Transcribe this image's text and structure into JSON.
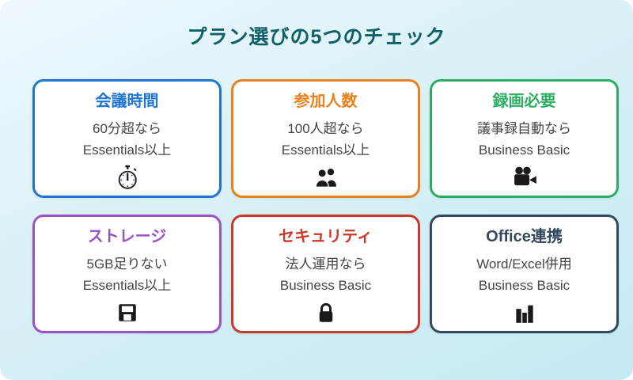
{
  "title": "プラン選びの5つのチェック",
  "colors": {
    "background_top": "#edf8fc",
    "background_bottom": "#c4eaf3",
    "title": "#0f6066",
    "body_text": "#454545",
    "card_background": "#ffffff",
    "icon": "#1a1a1a"
  },
  "cards": [
    {
      "title": "会議時間",
      "line1": "60分超なら",
      "line2": "Essentials以上",
      "icon": "stopwatch-icon",
      "accent": "#1f76d2"
    },
    {
      "title": "参加人数",
      "line1": "100人超なら",
      "line2": "Essentials以上",
      "icon": "people-icon",
      "accent": "#e8821f"
    },
    {
      "title": "録画必要",
      "line1": "議事録自動なら",
      "line2": "Business Basic",
      "icon": "video-camera-icon",
      "accent": "#2bae62"
    },
    {
      "title": "ストレージ",
      "line1": "5GB足りない",
      "line2": "Essentials以上",
      "icon": "floppy-disk-icon",
      "accent": "#9a52c4"
    },
    {
      "title": "セキュリティ",
      "line1": "法人運用なら",
      "line2": "Business Basic",
      "icon": "lock-icon",
      "accent": "#c83b2c"
    },
    {
      "title": "Office連携",
      "line1": "Word/Excel併用",
      "line2": "Business Basic",
      "icon": "bar-chart-icon",
      "accent": "#35495e"
    }
  ]
}
